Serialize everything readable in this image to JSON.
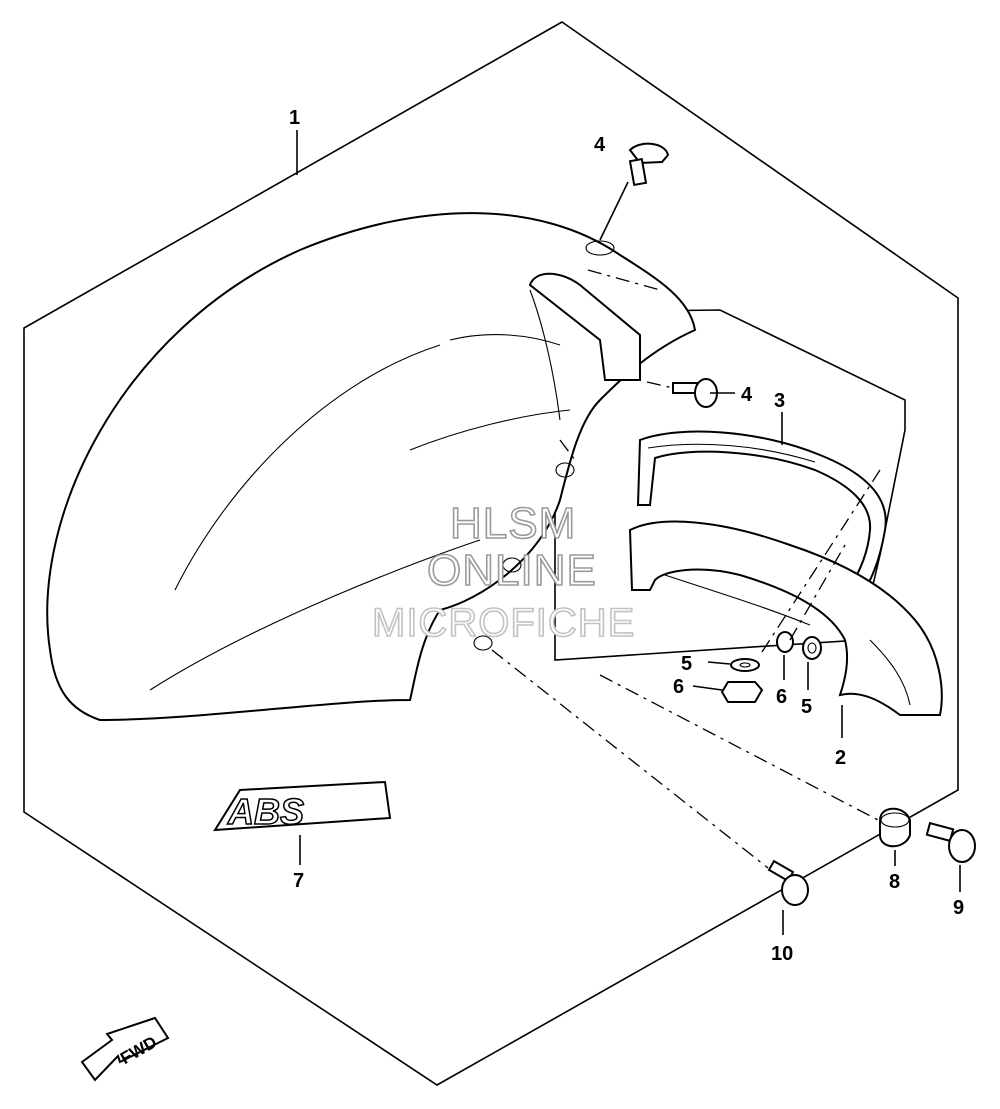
{
  "callouts": [
    {
      "id": "1",
      "label": "1"
    },
    {
      "id": "2",
      "label": "2"
    },
    {
      "id": "3",
      "label": "3"
    },
    {
      "id": "4a",
      "label": "4"
    },
    {
      "id": "4b",
      "label": "4"
    },
    {
      "id": "5a",
      "label": "5"
    },
    {
      "id": "5b",
      "label": "5"
    },
    {
      "id": "6a",
      "label": "6"
    },
    {
      "id": "6b",
      "label": "6"
    },
    {
      "id": "7",
      "label": "7"
    },
    {
      "id": "8",
      "label": "8"
    },
    {
      "id": "9",
      "label": "9"
    },
    {
      "id": "10",
      "label": "10"
    }
  ],
  "watermark": {
    "line1": "HLSM",
    "line2": "ONLINE",
    "line3": "MICROFICHE"
  },
  "emblem": {
    "text": "ABS"
  },
  "fwd_arrow": {
    "text": "FWD"
  }
}
